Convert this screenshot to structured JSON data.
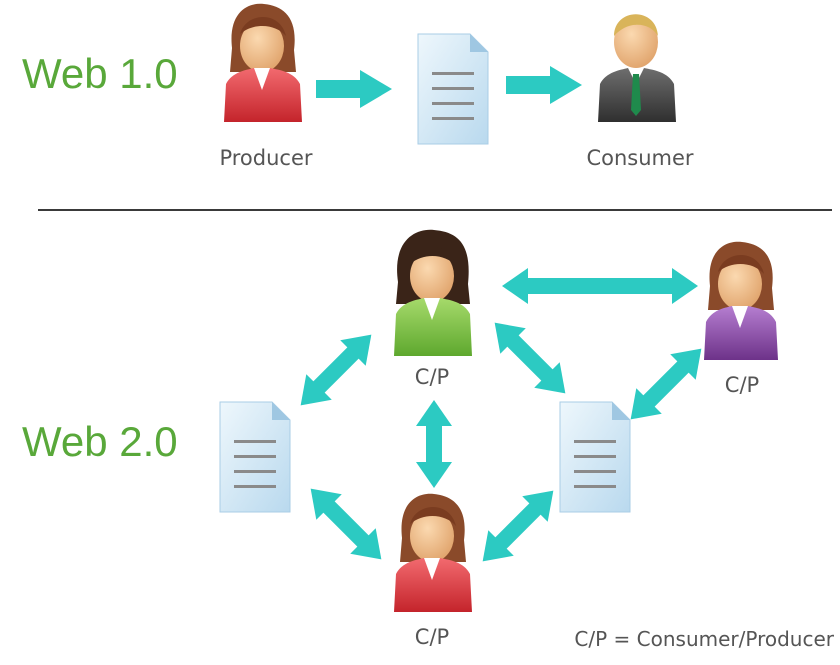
{
  "web1": {
    "label": "Web 1.0",
    "producer_caption": "Producer",
    "consumer_caption": "Consumer"
  },
  "web2": {
    "label": "Web 2.0",
    "node_caption": "C/P"
  },
  "legend": "C/P = Consumer/Producer",
  "colors": {
    "label_green": "#59a83a",
    "arrow_cyan": "#2ccac2",
    "doc_blue": "#cfe6f4",
    "producer_red": "#e0363c",
    "consumer_dark": "#4a4a4a",
    "cp_green": "#7bc043",
    "cp_purple": "#8a4aa6",
    "cp_red": "#e0363c"
  }
}
